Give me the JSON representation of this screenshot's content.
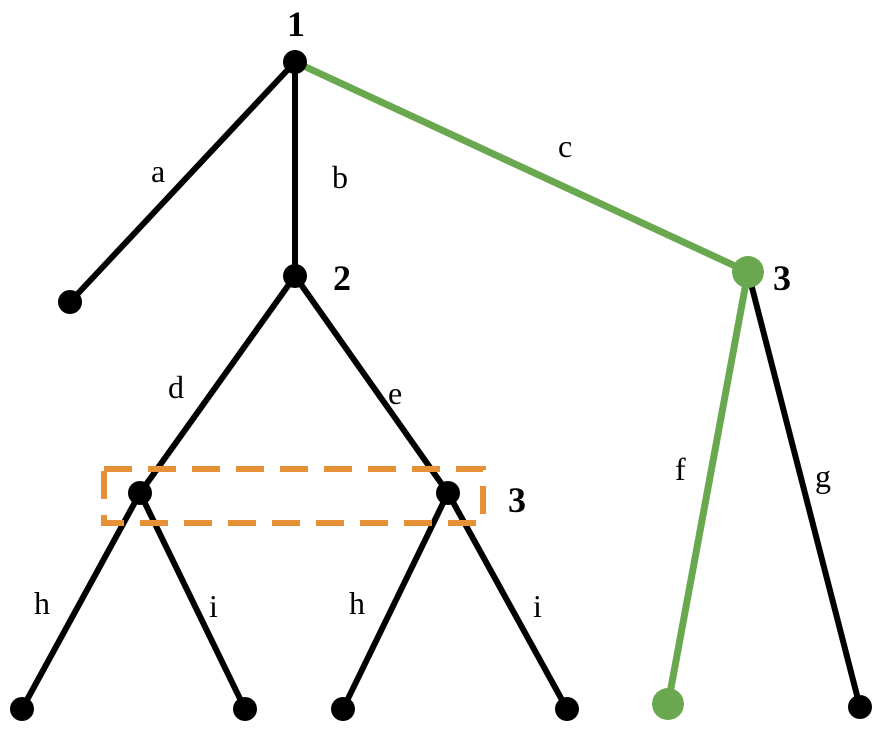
{
  "colors": {
    "default": "#000000",
    "highlight": "#6aa84f",
    "info_set": "#e69138"
  },
  "players": {
    "root": "1",
    "left_subtree": "2",
    "right_subtree": "3",
    "info_set": "3"
  },
  "actions": {
    "a": "a",
    "b": "b",
    "c": "c",
    "d": "d",
    "e": "e",
    "f": "f",
    "g": "g",
    "h_left": "h",
    "i_left": "i",
    "h_right": "h",
    "i_right": "i"
  },
  "highlighted_path": [
    "c",
    "f"
  ]
}
